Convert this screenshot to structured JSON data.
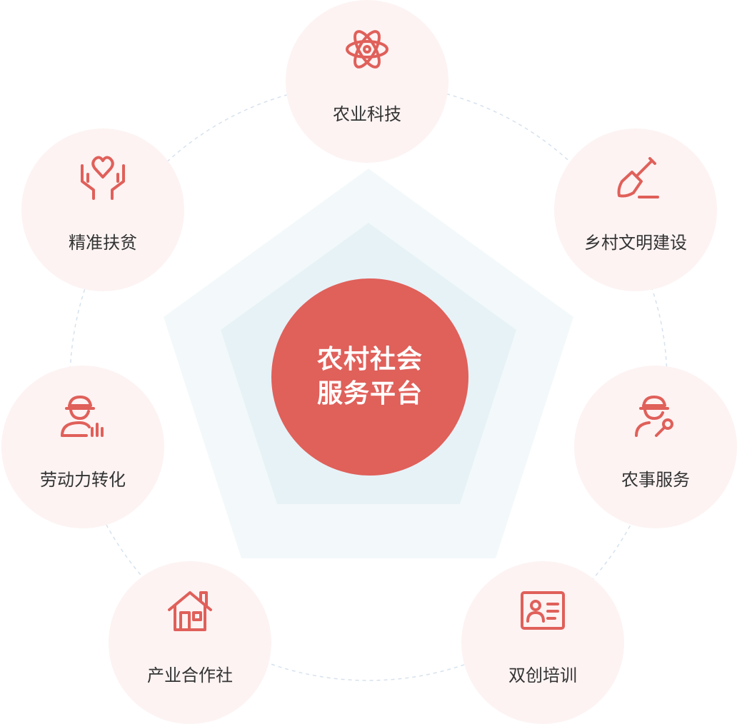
{
  "center": {
    "line1": "农村社会",
    "line2": "服务平台"
  },
  "nodes": [
    {
      "label": "农业科技",
      "icon": "atom-icon"
    },
    {
      "label": "乡村文明建设",
      "icon": "shovel-icon"
    },
    {
      "label": "农事服务",
      "icon": "worker-wrench-icon"
    },
    {
      "label": "双创培训",
      "icon": "id-card-icon"
    },
    {
      "label": "产业合作社",
      "icon": "house-icon"
    },
    {
      "label": "劳动力转化",
      "icon": "worker-bars-icon"
    },
    {
      "label": "精准扶贫",
      "icon": "hands-heart-icon"
    }
  ],
  "colors": {
    "accent": "#e0605a",
    "node_bg": "#fdf3f3",
    "pentagon_outer": "#f3f9fa",
    "pentagon_inner": "#e7f2f7",
    "ring": "#d6e2ee"
  }
}
